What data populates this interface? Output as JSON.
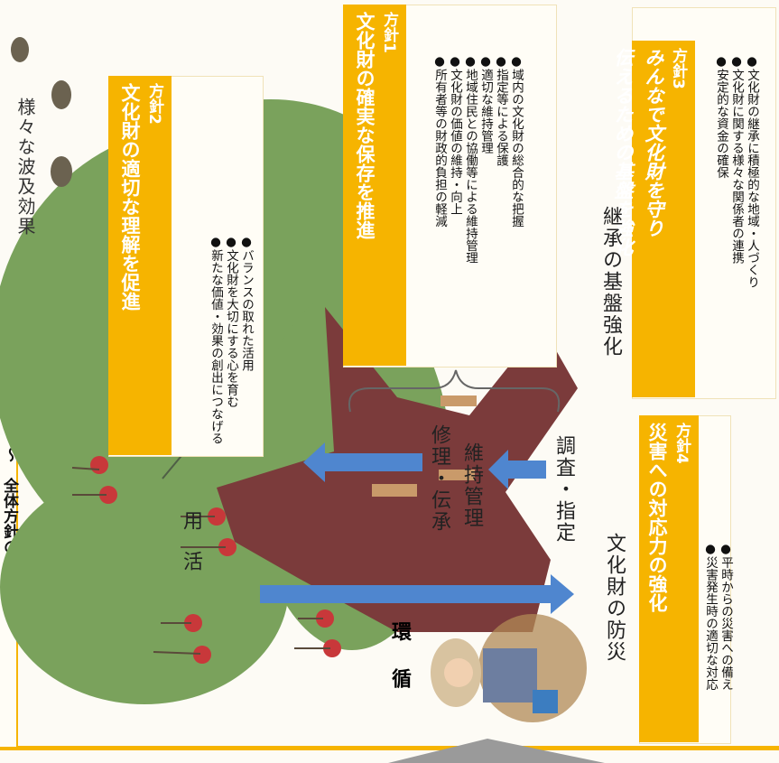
{
  "side_title": "～　全体方針の展開",
  "side_title_prefix": "～",
  "effects_label": "様々な波及効果",
  "labels": {
    "katsuyo_1": "活",
    "katsuyo_2": "用",
    "junkan_1": "循",
    "junkan_2": "環",
    "shuri": "修理・伝承",
    "iji": "維持管理",
    "chosa": "調査・指定",
    "bousai": "文化財の防災",
    "keisho": "継承の基盤強化"
  },
  "policies": [
    {
      "num": "方針1",
      "title": "文化財の確実な保存を推進",
      "items": [
        "域内の文化財の総合的な把握",
        "指定等による保護",
        "適切な維持管理",
        "地域住民との協働等による維持管理",
        "文化財の価値の維持・向上",
        "所有者等の財政的負担の軽減"
      ]
    },
    {
      "num": "方針2",
      "title": "文化財の適切な理解を促進",
      "items": [
        "バランスの取れた活用",
        "文化財を大切にする心を育む",
        "新たな価値・効果の創出につなげる"
      ]
    },
    {
      "num": "方針3",
      "title_line1": "みんなで文化財を守り",
      "title_line2": "伝えるための基盤を強化",
      "items": [
        "文化財の継承に積極的な地域・人づくり",
        "文化財に関する様々な関係者の連携",
        "安定的な資金の確保"
      ]
    },
    {
      "num": "方針4",
      "title": "災害への対応力の強化",
      "items": [
        "平時からの災害への備え",
        "災害発生時の適切な対応"
      ]
    }
  ],
  "colors": {
    "accent": "#f6b400",
    "tree": "#7aa25c",
    "trunk": "#7b3b3b",
    "arrow": "#4f86cf"
  }
}
